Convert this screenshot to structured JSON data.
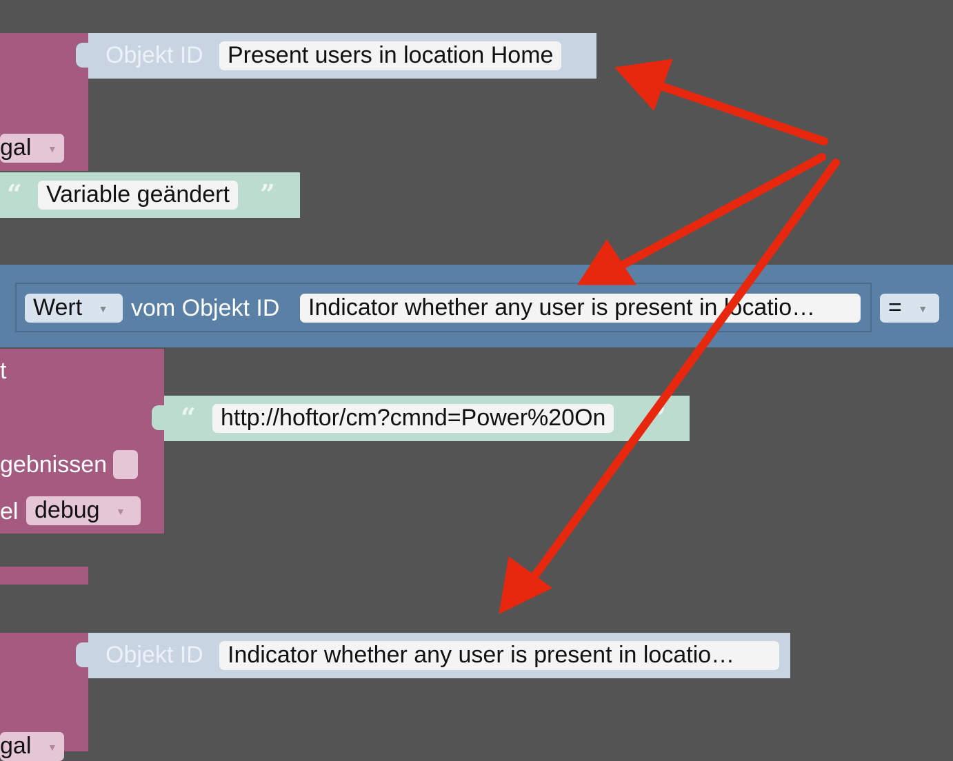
{
  "block1": {
    "objekt_label": "Objekt ID",
    "objekt_value": "Present users in location Home",
    "partial_dropdown": "gal",
    "text_value": "Variable geändert"
  },
  "compare": {
    "wert_label": "Wert",
    "vom_label": "vom Objekt ID",
    "objekt_value": "Indicator whether any user is present in locatio…",
    "operator": "="
  },
  "request": {
    "partial_label": "t",
    "url_value": "http://hoftor/cm?cmnd=Power%20On",
    "results_partial": "gebnissen",
    "level_partial": "el",
    "level_value": "debug"
  },
  "block3": {
    "objekt_label": "Objekt ID",
    "objekt_value": "Indicator whether any user is present in locatio…",
    "partial_dropdown": "gal"
  },
  "colors": {
    "background": "#545454",
    "procedure_block": "#a55b80",
    "object_block": "#c8d4e2",
    "text_block": "#bcdcd0",
    "logic_block": "#5b80a5",
    "annotation_arrow": "#e8280e"
  },
  "icons": {
    "dropdown": "triangle-down-icon",
    "quote_open": "quote-open-icon",
    "quote_close": "quote-close-icon"
  }
}
